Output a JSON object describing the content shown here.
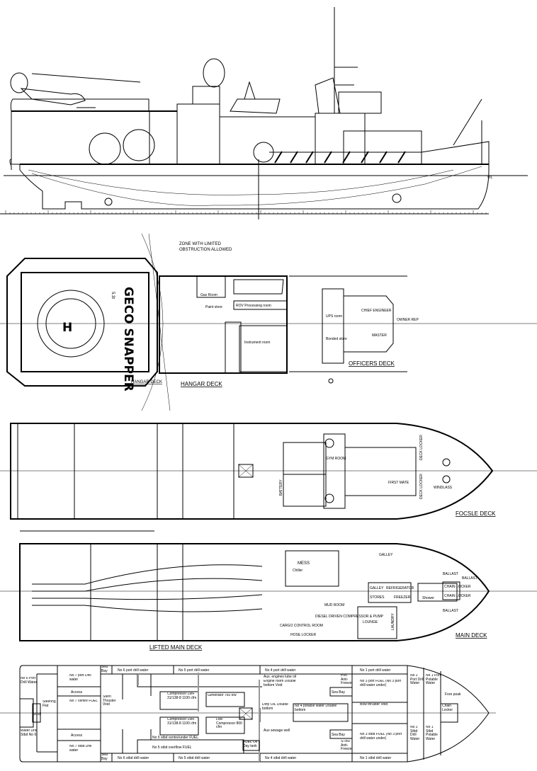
{
  "profile": {
    "waterline_label": "WL"
  },
  "hangar_deck": {
    "title": "HANGAR DECK",
    "heli_title": "HANGAR DECK",
    "zone_note_1": "ZONE WITH LIMITED",
    "zone_note_2": "OBSTRUCTION ALLOWED",
    "vessel_name": "GECO SNAPPER",
    "load": "5.3t",
    "heli_mark": "H",
    "rooms": [
      "Gas Room",
      "ROV Processing room",
      "Paint store",
      "Instrument room"
    ]
  },
  "officers_deck": {
    "title": "OFFICERS DECK",
    "rooms": [
      "UPS room",
      "Bonded store",
      "CHIEF ENGINEER",
      "MASTER",
      "OWNER REP"
    ]
  },
  "focsle_deck": {
    "title": "FOCSLE DECK",
    "rooms": [
      "GYM ROOM",
      "FIRST MATE",
      "DECK LOCKER",
      "DECK LOCKER",
      "WINDLASS",
      "BATTERY"
    ]
  },
  "lifted_main_deck": {
    "title": "LIFTED MAIN DECK"
  },
  "main_deck": {
    "title": "MAIN DECK",
    "rooms": [
      "MESS",
      "GALLEY",
      "GALLEY",
      "REFRIGERATOR",
      "FREEZER",
      "STORES",
      "Shower",
      "LOUNGE",
      "LAUNDRY",
      "MUD ROOM",
      "DIESEL DRIVEN COMPRESSOR & PUMP",
      "CARGO CONTROL ROOM",
      "HOSE LOCKER",
      "BALLAST",
      "BALLAST",
      "BALLAST",
      "CHAIN LOCKER",
      "CHAIN LOCKER",
      "Chiller"
    ]
  },
  "tank_plan": {
    "tanks": {
      "p6dw_stern": "No 6 Port Drill Water",
      "s6dw_stern": "Water Drill Stbd No 6",
      "void_aft": "Void",
      "steering": "Steering Flat",
      "p7dw": "No 7 port Drill water",
      "access_p": "Access",
      "c7fuel": "No 7 centre FUEL",
      "access_s": "Access",
      "s7dw": "No 7 stbd Drill water",
      "seabay_p_aft": "Sea Bay",
      "seabay_s_aft": "Sea Bay",
      "p6dw": "No 6 port drill water",
      "p5dw": "No 5 port drill water",
      "p4dw": "No 4 port drill water",
      "p1dw": "No 1 port drill water",
      "s6dw": "No 6 stbd drill water",
      "s5dw": "No 5 stbd drill water",
      "s4dw": "No 4 stbd drill water",
      "s1dw": "No 1 stbd drill water",
      "stern_thruster": "Stern Thruster Void",
      "comp_p": "Compressor LMF 31/138-8 1100 cfm",
      "comp_s": "Compressor LMF 31/138-8 1100 cfm",
      "generator": "Generator 760 kW",
      "lmf": "LMF Compressor 800 cfm",
      "s5_centre": "No 5 stbd centre/under FUEL",
      "s5_over": "No 5 stbd overflow FUEL",
      "day_tank": "FUEL Oil Day tank",
      "aux_lube": "Aux. engines lube oil",
      "er_db": "Engine room Double bottom Void",
      "port_af": "Port Anti-Freeze",
      "seabay_p": "Sea Bay",
      "dirty_oil": "Dirty OIL Double bottom",
      "potable4": "No 4 potable water Double bottom",
      "sewage": "Aux sewage well",
      "seabay_s": "Sea Bay",
      "stbd_af": "STBD Anti-Freeze",
      "p3fuel": "No 3 port FUEL (No 3 port drill water under)",
      "bow_thruster": "Bow thruster Void",
      "s3fuel": "No 3 stbd FUEL (No 3 port drill water under)",
      "p2dw": "No 2 Port Drill Water",
      "p1pw": "No 1 Port Potable Water",
      "s2dw": "No 2 Stbd Drill Water",
      "s1pw": "No 1 Stbd Potable Water",
      "forepeak": "Fore peak",
      "chain": "Chain Locker"
    }
  }
}
